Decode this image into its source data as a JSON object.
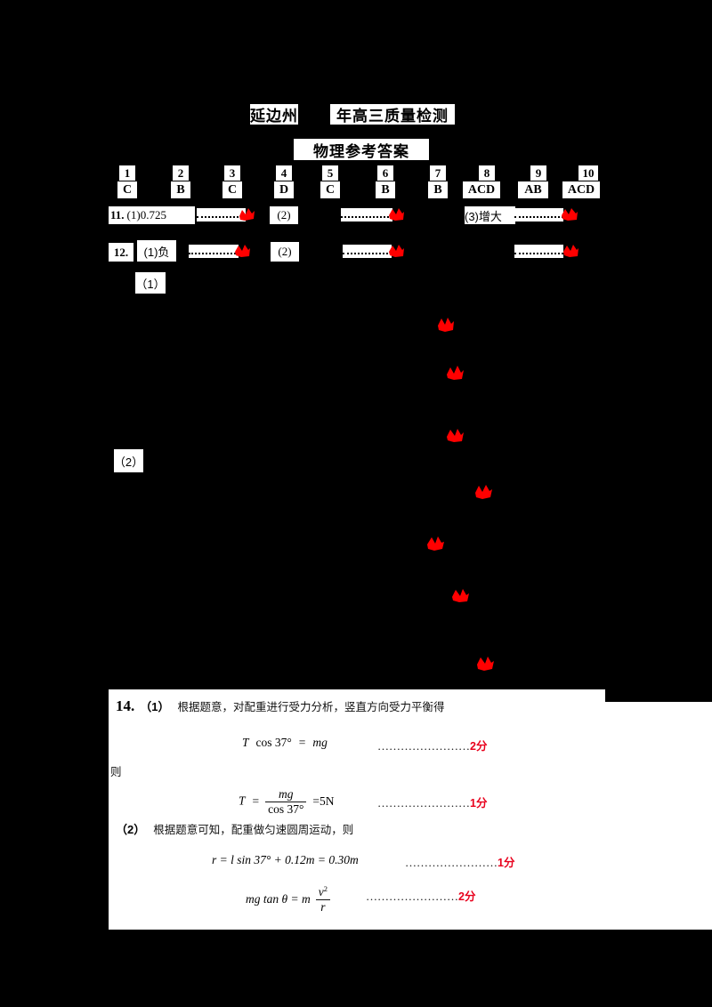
{
  "document": {
    "title_line1": "延边州",
    "title_line1_suffix": "年高三质量检测",
    "title_line2": "物理参考答案",
    "redacted_note": ""
  },
  "answer_table": {
    "numbers": [
      "1",
      "2",
      "3",
      "4",
      "5",
      "6",
      "7",
      "8",
      "9",
      "10"
    ],
    "answers": [
      "C",
      "B",
      "C",
      "D",
      "C",
      "B",
      "B",
      "ACD",
      "AB",
      "ACD"
    ]
  },
  "question11": {
    "label": "11.",
    "part1": "(1)0.725",
    "part2": "(2)",
    "part3": "(3)增大"
  },
  "question12": {
    "label": "12.",
    "part1": "(1)负",
    "part2": "(2)",
    "sub1": "（1）",
    "sub2": "（2）"
  },
  "question14": {
    "number": "14.",
    "part1_label": "（1）",
    "part1_text": "根据题意，对配重进行受力分析，竖直方向受力平衡得",
    "eq1": {
      "lhs_T": "T",
      "cos": "cos 37",
      "deg": "°",
      "eq": "=",
      "rhs": "mg",
      "leader": "……………………",
      "score": "2分"
    },
    "then_text": "则",
    "eq2": {
      "lhs_T": "T",
      "eq": "=",
      "frac_num": "mg",
      "frac_den": "cos 37°",
      "result": "=5N",
      "leader": "……………………",
      "score": "1分"
    },
    "part2_label": "（2）",
    "part2_text": "根据题意可知，配重做匀速圆周运动，则",
    "eq3": {
      "expr": "r = l sin 37° + 0.12m = 0.30m",
      "leader": "……………………",
      "score": "1分"
    },
    "eq4": {
      "lhs": "mg tan θ = m",
      "frac_num": "v",
      "frac_num_sup": "2",
      "frac_den": "r",
      "leader": "……………………",
      "score": "2分"
    }
  },
  "colors": {
    "red_mark": "#ff0000",
    "score_red": "#e8001c",
    "background_black": "#000000",
    "paper_white": "#ffffff"
  }
}
